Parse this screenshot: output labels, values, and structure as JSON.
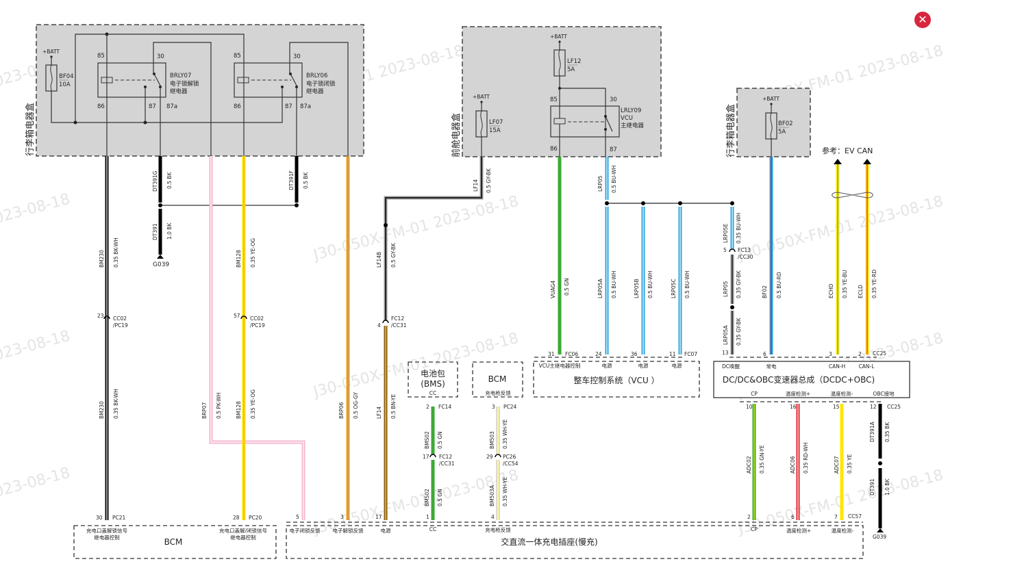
{
  "close_button": {
    "icon": "close-icon",
    "glyph": "✕",
    "color": "#d7263d"
  },
  "watermark": {
    "text": "J30-050X-FM-01 2023-08-18",
    "date_fragment": "2023-08-18"
  },
  "boxes": {
    "trunk_box_left": {
      "label": "行李箱电器盒"
    },
    "front_box": {
      "label": "前舱电器盒"
    },
    "trunk_box_right": {
      "label": "行李箱电器盒"
    }
  },
  "fuses": {
    "bf04": {
      "name": "BF04",
      "rating": "10A",
      "supply": "+BATT"
    },
    "lf07": {
      "name": "LF07",
      "rating": "15A",
      "supply": "+BATT"
    },
    "lf12": {
      "name": "LF12",
      "rating": "5A",
      "supply": "+BATT"
    },
    "bf02": {
      "name": "BF02",
      "rating": "5A",
      "supply": "+BATT"
    }
  },
  "relays": {
    "brly07": {
      "name": "BRLY07",
      "desc1": "电子锁解锁",
      "desc2": "继电器",
      "pins": [
        "85",
        "30",
        "86",
        "87",
        "87a"
      ]
    },
    "brly06": {
      "name": "BRLY06",
      "desc1": "电子锁闭锁",
      "desc2": "继电器",
      "pins": [
        "85",
        "30",
        "86",
        "87",
        "87a"
      ]
    },
    "lrly09": {
      "name": "LRLY09",
      "desc1": "VCU",
      "desc2": "主继电器",
      "pins": [
        "85",
        "30",
        "86",
        "87"
      ]
    }
  },
  "wires": [
    {
      "id": "DT391G",
      "spec": "0.5 BK",
      "color": "#000000"
    },
    {
      "id": "DT391F",
      "spec": "0.5 BK",
      "color": "#000000"
    },
    {
      "id": "DT391",
      "spec": "1.0 BK",
      "color": "#000000"
    },
    {
      "id": "BM230",
      "spec": "0.35 BK-WH",
      "color": "#000000",
      "stripe": "#ffffff"
    },
    {
      "id": "BM128",
      "spec": "0.35 YE-OG",
      "color": "#ffe600",
      "stripe": "#f7a21b"
    },
    {
      "id": "BRP07",
      "spec": "0.5 PK-WH",
      "color": "#f4b6cf",
      "stripe": "#ffffff"
    },
    {
      "id": "BRP06",
      "spec": "0.5 OG-GY",
      "color": "#f7a21b",
      "stripe": "#999999"
    },
    {
      "id": "LF14",
      "spec": "0.5 GY-BK",
      "color": "#999999",
      "stripe": "#000000"
    },
    {
      "id": "LF14B",
      "spec": "0.5 GY-BK",
      "color": "#999999",
      "stripe": "#000000"
    },
    {
      "id": "LF14_lower",
      "label": "LF14",
      "spec": "0.5 BN-YE",
      "color": "#8b5a1a",
      "stripe": "#ffe600"
    },
    {
      "id": "VUAG4",
      "spec": "0.5 GN",
      "color": "#3aaa35"
    },
    {
      "id": "LRP05",
      "spec": "0.5 BU-WH",
      "color": "#29a3e0",
      "stripe": "#ffffff"
    },
    {
      "id": "LRP05A",
      "spec": "0.5 BU-WH",
      "color": "#29a3e0",
      "stripe": "#ffffff"
    },
    {
      "id": "LRP05B",
      "spec": "0.5 BU-WH",
      "color": "#29a3e0",
      "stripe": "#ffffff"
    },
    {
      "id": "LRP05C",
      "spec": "0.5 BU-WH",
      "color": "#29a3e0",
      "stripe": "#ffffff"
    },
    {
      "id": "LRP05E",
      "spec": "0.35 BU-WH",
      "color": "#29a3e0",
      "stripe": "#ffffff"
    },
    {
      "id": "LRP05_gy",
      "label": "LRP05",
      "spec": "0.35 GY-BK",
      "color": "#999999",
      "stripe": "#000000"
    },
    {
      "id": "LRP05A_gy",
      "label": "LRP05A",
      "spec": "0.35 GY-BK",
      "color": "#999999",
      "stripe": "#000000"
    },
    {
      "id": "BF02",
      "spec": "0.5 BU-RD",
      "color": "#29a3e0",
      "stripe": "#e0202a"
    },
    {
      "id": "ECHD",
      "spec": "0.35 YE-BU",
      "color": "#ffe600",
      "stripe": "#29a3e0"
    },
    {
      "id": "ECLD",
      "spec": "0.35 YE-RD",
      "color": "#ffe600",
      "stripe": "#e0202a"
    },
    {
      "id": "BMS02",
      "spec": "0.5 GN",
      "color": "#3aaa35"
    },
    {
      "id": "BM503",
      "spec": "0.35 WH-YE",
      "color": "#ffffff",
      "stripe": "#ffe600"
    },
    {
      "id": "BM503A",
      "spec": "0.35 WH-YE",
      "color": "#ffffff",
      "stripe": "#ffe600"
    },
    {
      "id": "ADC02",
      "spec": "0.35 GN-YE",
      "color": "#3aaa35",
      "stripe": "#ffe600"
    },
    {
      "id": "ADC06",
      "spec": "0.35 RD-WH",
      "color": "#e0202a",
      "stripe": "#ffffff"
    },
    {
      "id": "ADC07",
      "spec": "0.35 YE",
      "color": "#ffe600"
    },
    {
      "id": "DT391A",
      "spec": "0.35 BK",
      "color": "#000000"
    },
    {
      "id": "DT391_r",
      "label": "DT391",
      "spec": "1.0 BK",
      "color": "#000000"
    }
  ],
  "connectors": {
    "cc02_a": {
      "pin": "23",
      "name": "CC02",
      "name2": "/PC19"
    },
    "cc02_b": {
      "pin": "57",
      "name": "CC02",
      "name2": "/PC19"
    },
    "fc12_a": {
      "pin": "4",
      "name": "FC12",
      "name2": "/CC31"
    },
    "fc13": {
      "pin": "5",
      "name": "FC13",
      "name2": "/CC30"
    },
    "fc12_b": {
      "pin": "17",
      "name": "FC12",
      "name2": "/CC31"
    },
    "pc26": {
      "pin": "29",
      "name": "PC26",
      "name2": "/CC54"
    },
    "fc14": {
      "pin": "2",
      "name": "FC14"
    },
    "pc24": {
      "pin": "3",
      "name": "PC24"
    },
    "fc06": {
      "pin": "31",
      "name": "FC06"
    },
    "vcu_24": {
      "pin": "24"
    },
    "vcu_36": {
      "pin": "36"
    },
    "fc07": {
      "pin": "11",
      "name": "FC07"
    },
    "dc_13": {
      "pin": "13"
    },
    "dc_6": {
      "pin": "6"
    },
    "dc_3": {
      "pin": "3"
    },
    "cc25_top": {
      "pin": "2",
      "name": "CC25"
    },
    "dc_10": {
      "pin": "10"
    },
    "dc_16": {
      "pin": "16"
    },
    "dc_15": {
      "pin": "15"
    },
    "cc25_bot": {
      "pin": "12",
      "name": "CC25"
    },
    "pc21": {
      "pin": "30",
      "name": "PC21"
    },
    "pc20": {
      "pin": "28",
      "name": "PC20"
    },
    "sock_5": {
      "pin": "5"
    },
    "sock_3": {
      "pin": "3"
    },
    "sock_17": {
      "pin": "17"
    },
    "sock_1": {
      "pin": "1"
    },
    "sock_4": {
      "pin": "4"
    },
    "sock_2": {
      "pin": "2"
    },
    "sock_6": {
      "pin": "6"
    },
    "cc57": {
      "pin": "7",
      "name": "CC57"
    }
  },
  "grounds": {
    "g039_left": "G039",
    "g039_right": "G039"
  },
  "can_reference": {
    "label": "参考：EV CAN"
  },
  "modules": {
    "bms": {
      "title1": "电池包",
      "title2": "(BMS)",
      "pin_label": "CC"
    },
    "bcm_small": {
      "title": "BCM",
      "pin_label": "充电枪反馈"
    },
    "vcu": {
      "title": "整车控制系统（VCU ）",
      "pins": [
        "VCU主继电器控制",
        "电源",
        "电源",
        "电源"
      ]
    },
    "dcdc": {
      "title": "DC/DC&OBC变速器总成（DCDC+OBC)",
      "top_pins": [
        "DC唤醒",
        "常电",
        "CAN-H",
        "CAN-L"
      ],
      "bottom_pins": [
        "CP",
        "温度检测+",
        "温度检测-",
        "OBC接地"
      ]
    },
    "bcm_main": {
      "title": "BCM",
      "pin1_line1": "充电口盖解锁信号",
      "pin1_line2": "继电器控制",
      "pin2_line1": "充电口盖解/闭锁信号",
      "pin2_line2": "继电器控制"
    },
    "socket": {
      "title": "交直流一体充电插座(慢充)",
      "pins": [
        "电子闭锁反馈",
        "电子解锁反馈",
        "电源",
        "CC",
        "充电枪反馈",
        "CP",
        "温度检测+",
        "温度检测-"
      ]
    }
  }
}
